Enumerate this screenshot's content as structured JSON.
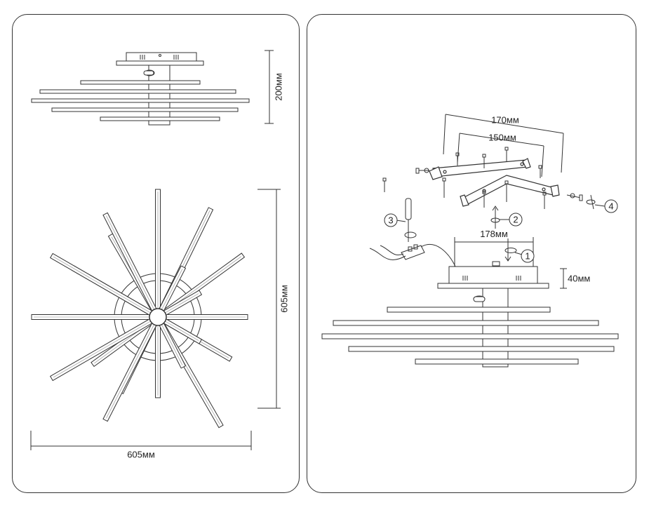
{
  "dimensions": {
    "side_height": "200мм",
    "top_height": "605мм",
    "top_width": "605мм",
    "bracket_outer": "170мм",
    "bracket_inner": "150мм",
    "mount_spacing": "178мм",
    "canopy_height": "40мм"
  },
  "steps": [
    "1",
    "2",
    "3",
    "4"
  ]
}
